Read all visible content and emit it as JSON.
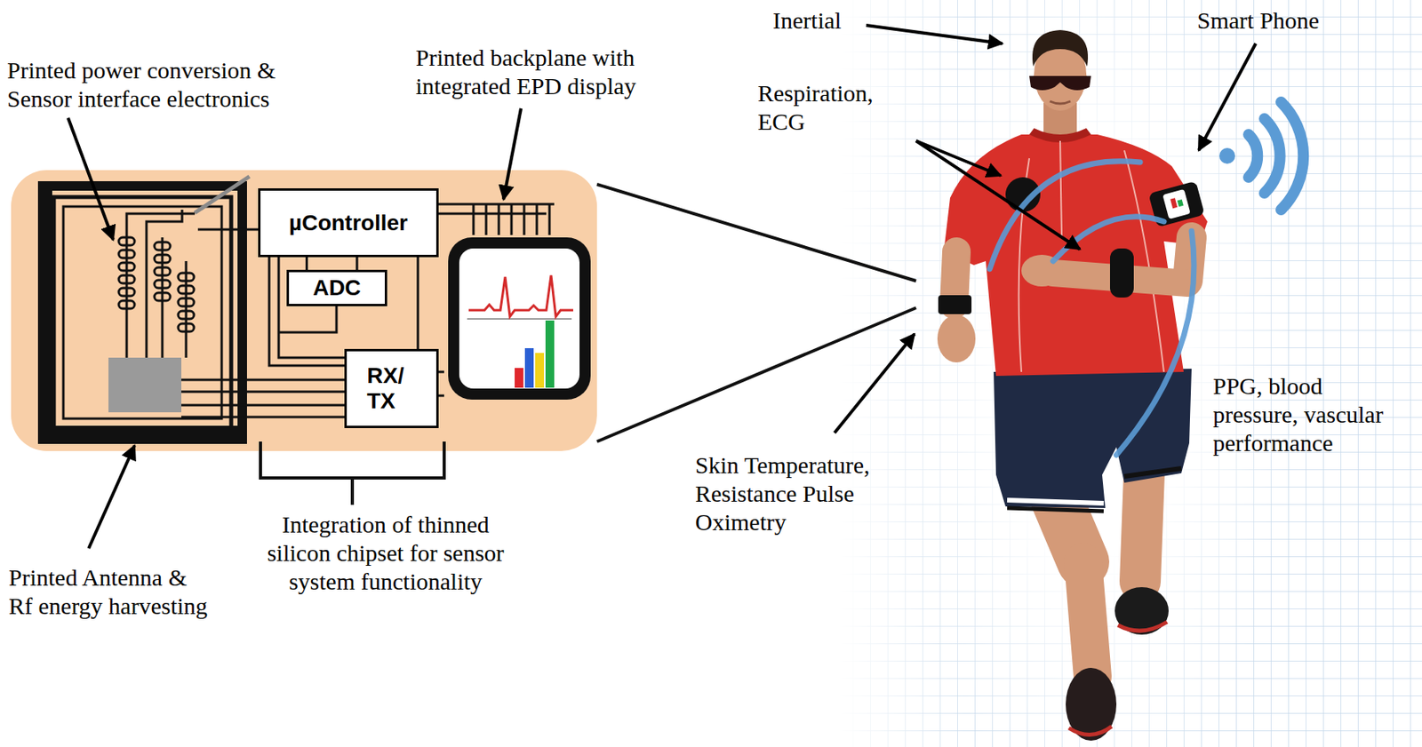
{
  "diagram": {
    "nodes": [
      {
        "text": [
          "µController"
        ]
      },
      {
        "text": [
          "ADC"
        ]
      },
      {
        "text": [
          "RX/ TX"
        ]
      }
    ],
    "edges": [
      {
        "from": 0,
        "to": 1,
        "arrow": "none"
      },
      {
        "from": 0,
        "to": 2,
        "arrow": "none"
      }
    ],
    "labels": [
      "Inertial",
      "Smart Phone",
      "Printed power conversion & Sensor interface electronics",
      "Printed backplane with integrated EPD display",
      "Respiration, ECG",
      "PPG, blood pressure, vascular performance",
      "Skin Temperature, Resistance Pulse Oximetry",
      "Integration of thinned silicon chipset for sensor system functionality",
      "Printed Antenna & Rf energy harvesting"
    ]
  }
}
